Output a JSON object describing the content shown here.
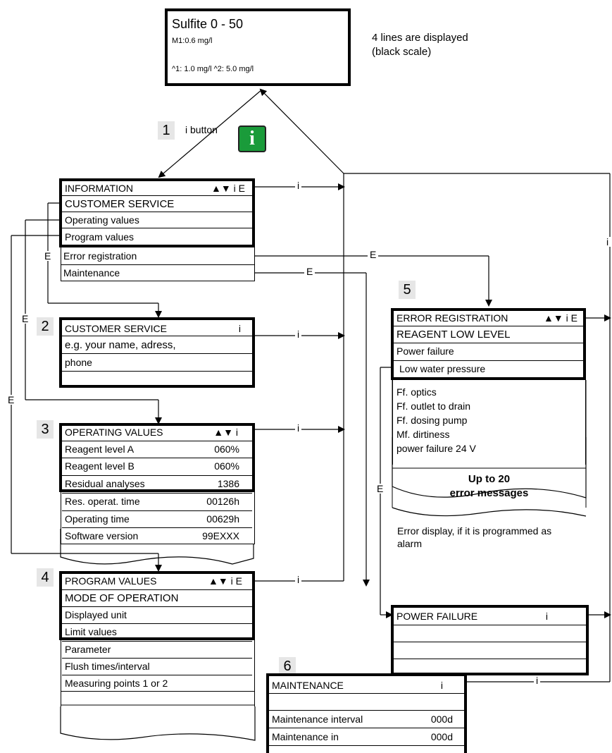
{
  "display": {
    "title": "Sulfite 0 - 50",
    "line2": "M1:0.6 mg/l",
    "line4": "^1: 1.0 mg/l  ^2: 5.0 mg/l",
    "note_line1": "4 lines are displayed",
    "note_line2": "(black scale)"
  },
  "ibutton": {
    "number": "1",
    "label": "i button",
    "icon_letter": "i"
  },
  "info_menu": {
    "title": "INFORMATION",
    "keys": "▲▼ i E",
    "items": [
      "CUSTOMER SERVICE",
      "Operating values",
      "Program values",
      "Error registration",
      "Maintenance"
    ]
  },
  "customer_service": {
    "number": "2",
    "title": "CUSTOMER SERVICE",
    "keys": "i",
    "line1": "e.g. your name, adress,",
    "line2": "phone"
  },
  "operating_values": {
    "number": "3",
    "title": "OPERATING VALUES",
    "keys": "▲▼ i",
    "rows": [
      {
        "label": "Reagent level A",
        "value": "060%"
      },
      {
        "label": "Reagent level B",
        "value": "060%"
      },
      {
        "label": "Residual analyses",
        "value": "1386"
      },
      {
        "label": "Res. operat. time",
        "value": "00126h"
      },
      {
        "label": "Operating time",
        "value": "00629h"
      },
      {
        "label": "Software version",
        "value": "99EXXX"
      }
    ]
  },
  "program_values": {
    "number": "4",
    "title": "PROGRAM VALUES",
    "keys": "▲▼ i E",
    "items": [
      "MODE OF OPERATION",
      "Displayed unit",
      "Limit values",
      "Parameter",
      "Flush times/interval",
      "Measuring points 1 or 2"
    ]
  },
  "error_registration": {
    "number": "5",
    "title": "ERROR REGISTRATION",
    "keys": "▲▼ i E",
    "items": [
      "REAGENT LOW LEVEL",
      "Power failure",
      "Low water pressure"
    ],
    "list": [
      "Ff. optics",
      "Ff. outlet to drain",
      "Ff. dosing pump",
      "Mf.  dirtiness",
      "power failure 24 V"
    ],
    "footer_line1": "Up to 20",
    "footer_line2": "error messages",
    "note_line1": "Error display, if it is programmed as",
    "note_line2": "alarm"
  },
  "power_failure": {
    "title": "POWER FAILURE",
    "keys": "i"
  },
  "maintenance": {
    "number": "6",
    "title": "MAINTENANCE",
    "keys": "i",
    "rows": [
      {
        "label": "Maintenance interval",
        "value": "000d"
      },
      {
        "label": "Maintenance in",
        "value": "000d"
      }
    ]
  },
  "connector_labels": {
    "i": "i",
    "e": "E"
  },
  "colors": {
    "icon_green": "#1a9b3a"
  }
}
